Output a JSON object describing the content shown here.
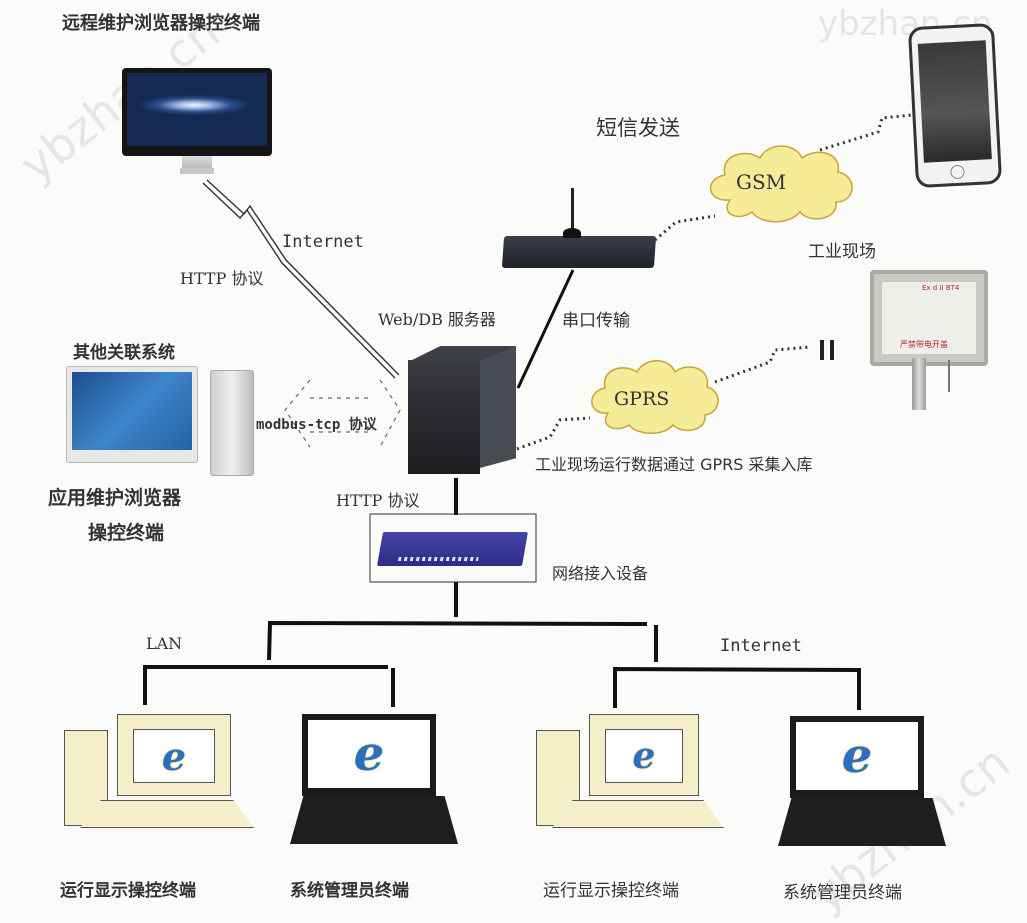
{
  "diagram": {
    "title_remote_terminal": "远程维护浏览器操控终端",
    "sms_label": "短信发送",
    "gsm_cloud": "GSM",
    "gprs_cloud": "GPRS",
    "industrial_site_label": "工业现场",
    "internet_upper": "Internet",
    "http_upper": "HTTP 协议",
    "web_db_server": "Web/DB 服务器",
    "serial_transfer": "串口传输",
    "other_systems": "其他关联系统",
    "modbus_label": "modbus-tcp 协议",
    "app_terminal_line1": "应用维护浏览器",
    "app_terminal_line2": "操控终端",
    "gprs_collect": "工业现场运行数据通过 GPRS 采集入库",
    "http_lower": "HTTP 协议",
    "network_access": "网络接入设备",
    "lan_label": "LAN",
    "internet_lower": "Internet",
    "terminals": [
      {
        "label": "运行显示操控终端",
        "type": "desktop"
      },
      {
        "label": "系统管理员终端",
        "type": "laptop"
      },
      {
        "label": "运行显示操控终端",
        "type": "desktop"
      },
      {
        "label": "系统管理员终端",
        "type": "laptop"
      }
    ],
    "device_panel_text": "严禁带电开盖",
    "device_panel_brand": "Ex d II BT4",
    "watermark": "ybzhan.cn"
  },
  "colors": {
    "cloud_fill": "#f6ec98",
    "cloud_stroke": "#c9a23a",
    "switch_blue": "#3a3a9a",
    "server_dark": "#2c2e33",
    "ie_blue": "#2a6fc0",
    "ie_gold": "#e8b840",
    "desktop_beige": "#f4eec9"
  }
}
